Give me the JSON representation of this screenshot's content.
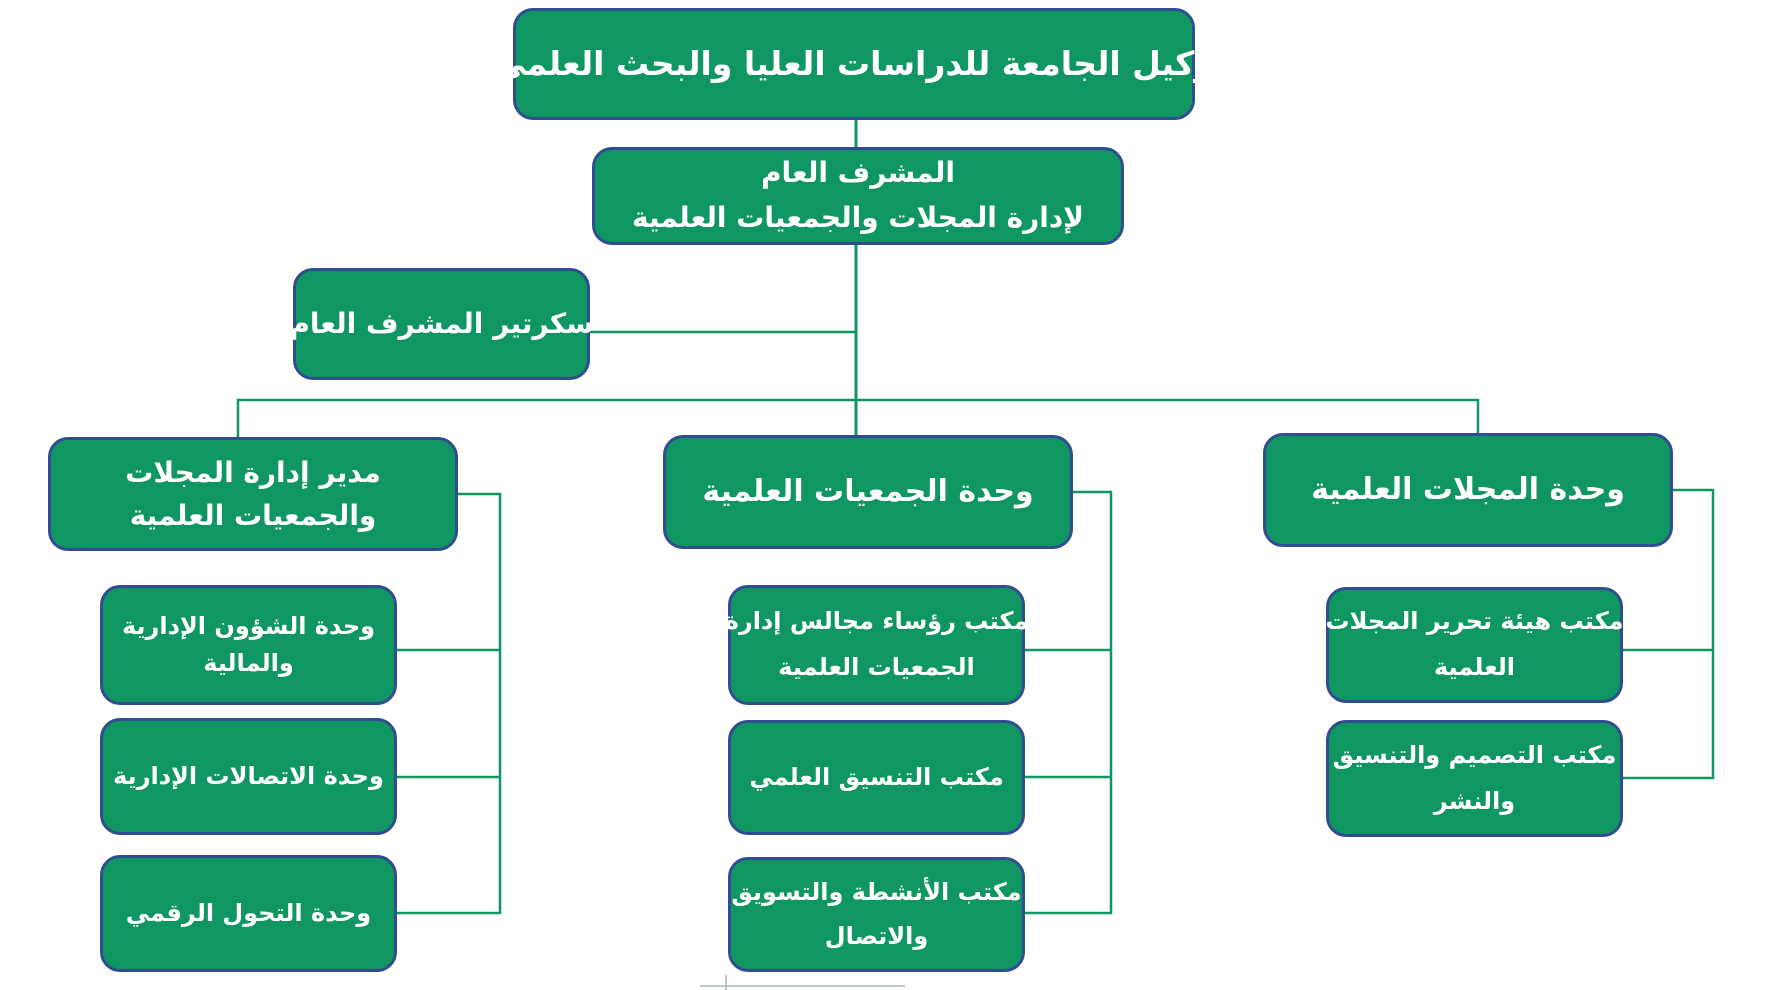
{
  "palette": {
    "box_fill": "#109660",
    "box_border": "#2f4d90",
    "connector_line": "#109660",
    "text": "#ffffff",
    "background": "#ffffff",
    "bottom_artifact_line": "#b9c9c1"
  },
  "org": {
    "root": {
      "label": "وكيل الجامعة للدراسات العليا والبحث العلمي"
    },
    "supervisor": {
      "line1": "المشرف العام",
      "line2": "لإدارة المجلات والجمعيات العلمية"
    },
    "secretary": {
      "label": "سكرتير المشرف العام"
    },
    "director": {
      "line1": "مدير إدارة المجلات",
      "line2": "والجمعيات العلمية",
      "children": {
        "admin_financial": {
          "line1": "وحدة الشؤون الإدارية",
          "line2": "والمالية"
        },
        "admin_communications": {
          "label": "وحدة الاتصالات الإدارية"
        },
        "digital_transformation": {
          "label": "وحدة التحول الرقمي"
        }
      }
    },
    "societies_unit": {
      "label": "وحدة الجمعيات العلمية",
      "children": {
        "boards_office": {
          "line1": "مكتب رؤساء مجالس إدارة",
          "line2": "الجمعيات العلمية"
        },
        "scientific_coordination": {
          "label": "مكتب التنسيق العلمي"
        },
        "activities_marketing": {
          "line1": "مكتب الأنشطة والتسويق",
          "line2": "والاتصال"
        }
      }
    },
    "journals_unit": {
      "label": "وحدة المجلات العلمية",
      "children": {
        "editorial_board": {
          "line1": "مكتب هيئة تحرير المجلات",
          "line2": "العلمية"
        },
        "design_publishing": {
          "line1": "مكتب التصميم والتنسيق",
          "line2": "والنشر"
        }
      }
    }
  }
}
